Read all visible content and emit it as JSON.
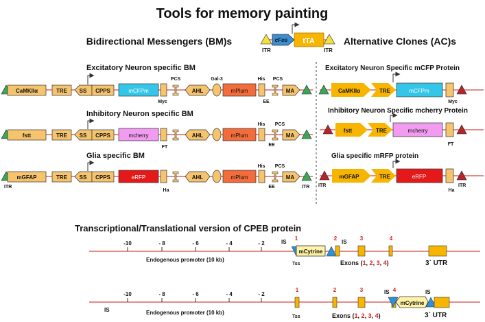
{
  "title": "Tools for memory painting",
  "left_header": "Bidirectional Messengers (BM)s",
  "right_header": "Alternative Clones (AC)s",
  "top_construct": {
    "itr_left": "ITR",
    "cfos": "cFos",
    "tta": "tTA",
    "itr_right": "ITR"
  },
  "bm": {
    "excitatory": {
      "title": "Excitatory  Neuron specific BM",
      "promoter": "CaMKIIα",
      "tre": "TRE",
      "ss": "SS",
      "cpps": "CPPS",
      "fp": "mCFPm",
      "tag": "Myc",
      "pcs1": "PCS",
      "ahl": "AHL",
      "gal": "Gal-3",
      "plum": "mPlum",
      "his": "His",
      "ee": "EE",
      "pcs2": "PCS",
      "ma": "MA"
    },
    "inhibitory": {
      "title": "Inhibitory Neuron specific BM",
      "promoter": "fstt",
      "tre": "TRE",
      "ss": "SS",
      "cpps": "CPPS",
      "fp": "mcherry",
      "tag": "FT",
      "ahl": "AHL",
      "plum": "mPlum",
      "his": "His",
      "ee": "EE",
      "pcs": "PCS",
      "ma": "MA"
    },
    "glia": {
      "title": "Glia specific BM",
      "promoter": "mGFAP",
      "tre": "TRE",
      "ss": "SS",
      "cpps": "CPPS",
      "fp": "eRFP",
      "tag": "Ha",
      "ahl": "AHL",
      "plum": "mPlum",
      "his": "His",
      "ee": "EE",
      "pcs": "PCS",
      "ma": "MA",
      "itr_left": "ITR",
      "itr_right": "ITR"
    }
  },
  "ac": {
    "excitatory": {
      "title": "Excitatory Neuron Specific mCFP Protein",
      "promoter": "CaMKIIα",
      "tre": "TRE",
      "fp": "mCFPm",
      "tag": "Myc"
    },
    "inhibitory": {
      "title": "Inhibitory Neuron Specific mcherry Protein",
      "promoter": "fstt",
      "tre": "TRE",
      "fp": "mcherry",
      "tag": "FT"
    },
    "glia": {
      "title": "Glia  specific mRFP protein",
      "promoter": "mGFAP",
      "tre": "TRE",
      "fp": "eRFP",
      "tag": "Ha",
      "itr_left": "ITR",
      "itr_right": "ITR"
    }
  },
  "cpeb": {
    "title": "Transcriptional/Translational version of CPEB protein",
    "ticks": [
      "-10",
      "- 8",
      "- 6",
      "- 4",
      "- 2"
    ],
    "row1": {
      "is_left": "IS",
      "is_right": "IS",
      "exon1": "1",
      "exon2": "2",
      "exon3": "3",
      "exon4": "4",
      "insert": "mCytrine",
      "promoter_label": "Endogenous promoter (10 kb)",
      "tss": "Tss",
      "exons_prefix": "Exons (",
      "e1": "1",
      "sep1": ", ",
      "e2": "2",
      "sep2": ", ",
      "e3": "3",
      "sep3": ", ",
      "e4": "4",
      "exons_suffix": ")",
      "utr": "3` UTR"
    },
    "row2": {
      "is_far": "IS",
      "is_left": "IS",
      "is_right": "IS",
      "exon1": "1",
      "exon2": "2",
      "exon3": "3",
      "exon4": "4",
      "insert": "mCytrine",
      "promoter_label": "Endogenous promoter (10 kb)",
      "tss": "Tss",
      "exons_prefix": "Exons (",
      "e1": "1",
      "sep1": ", ",
      "e2": "2",
      "sep2": ", ",
      "e3": "3",
      "sep3": ", ",
      "e4": "4",
      "exons_suffix": ")",
      "utr": "3` UTR"
    }
  },
  "colors": {
    "gold": "#f7b500",
    "beige": "#f6c46d",
    "cyan": "#33c6e9",
    "pink": "#f19cf0",
    "red": "#e3191a",
    "orange": "#f26d3b",
    "triangle_green": "#3aa657",
    "triangle_red": "#b5262b",
    "backbone": "#e58a8a",
    "cytrine": "#fff2a6",
    "is_blue": "#2f8fd8"
  }
}
